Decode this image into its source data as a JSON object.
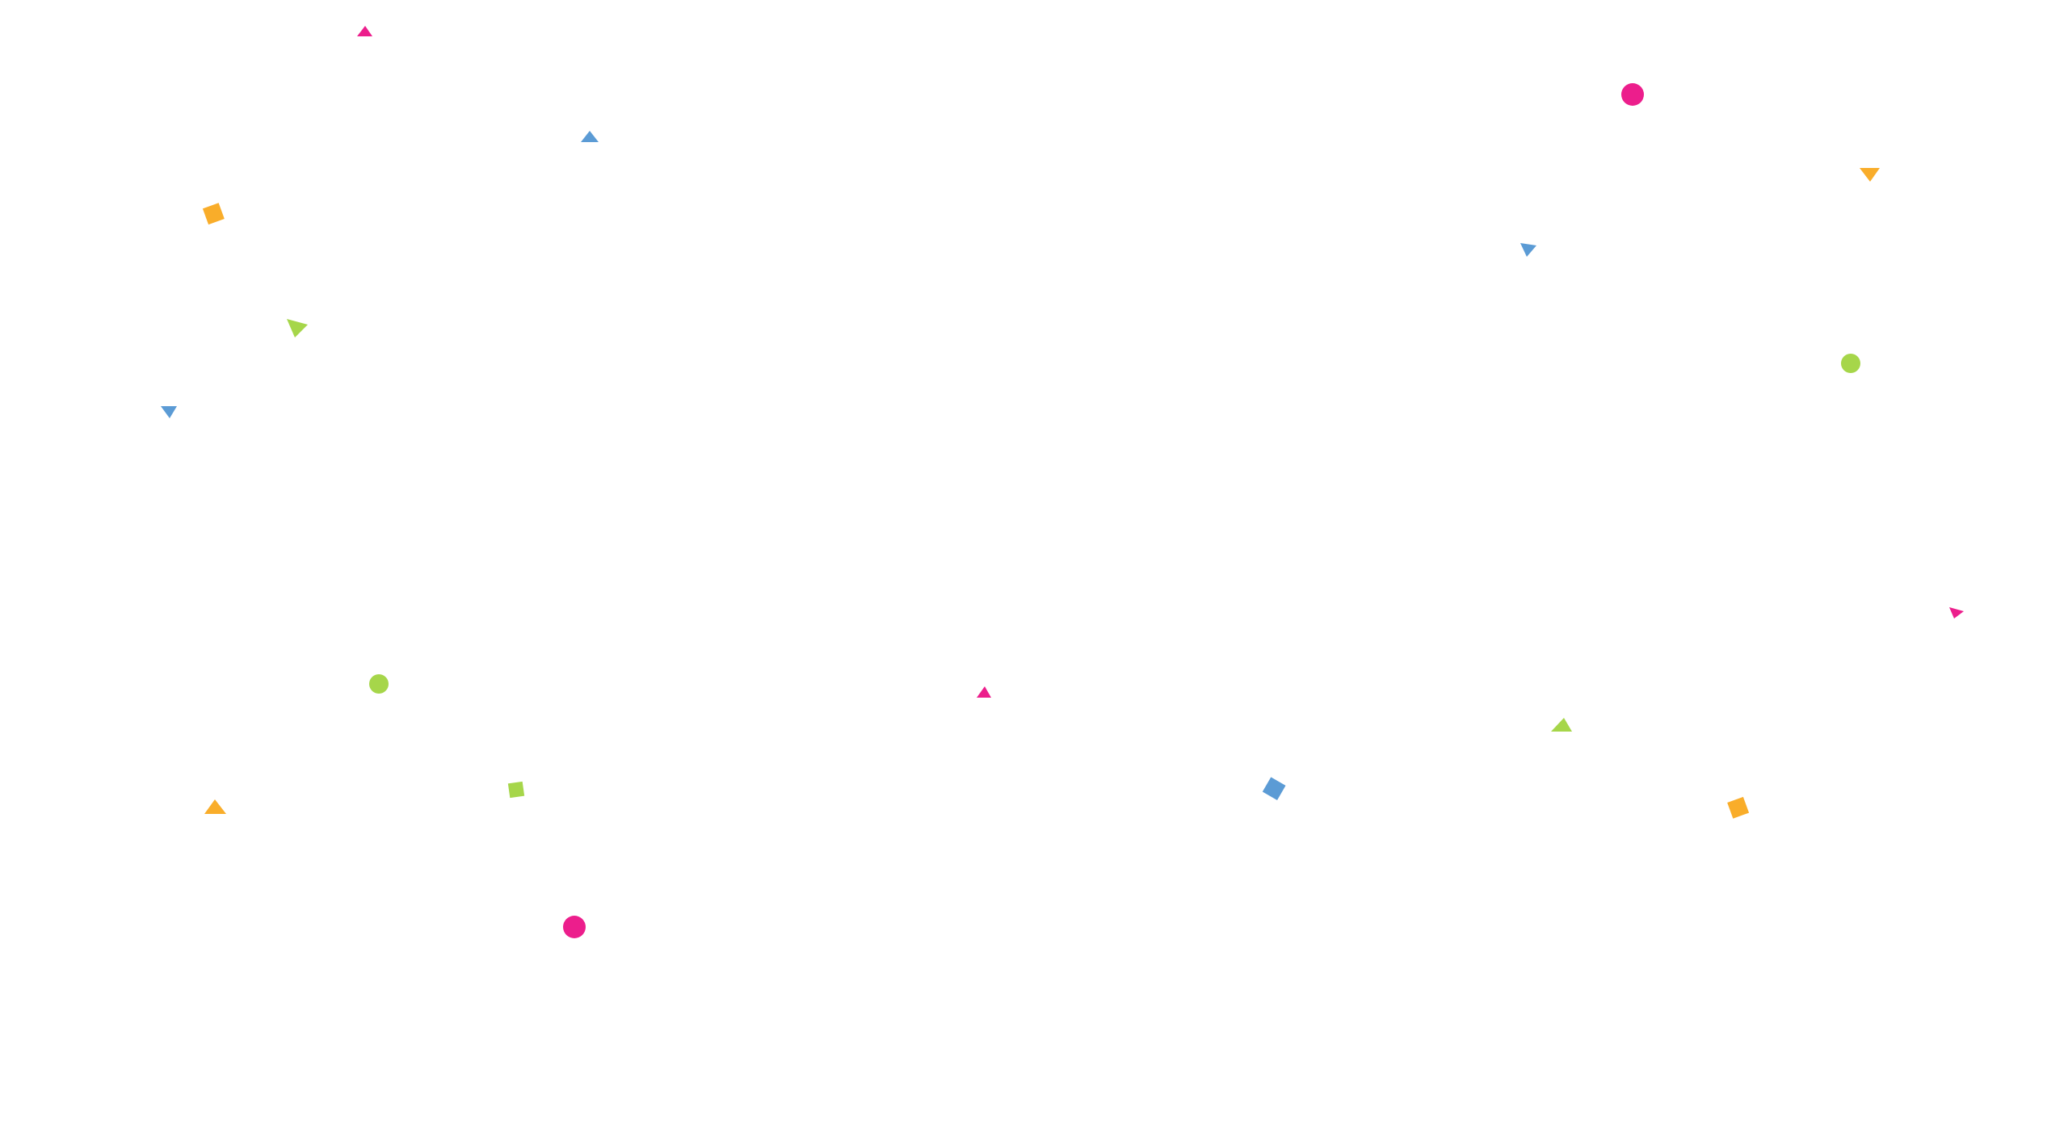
{
  "palette": {
    "pink": "#ec1e8c",
    "orange": "#f9ad2a",
    "blue": "#5b9bd5",
    "green": "#a6d64a",
    "background": "#ffffff"
  },
  "confetti_shapes": [
    "triangle",
    "circle",
    "square"
  ],
  "confetti_colors_in_use": [
    "pink",
    "orange",
    "blue",
    "green"
  ]
}
